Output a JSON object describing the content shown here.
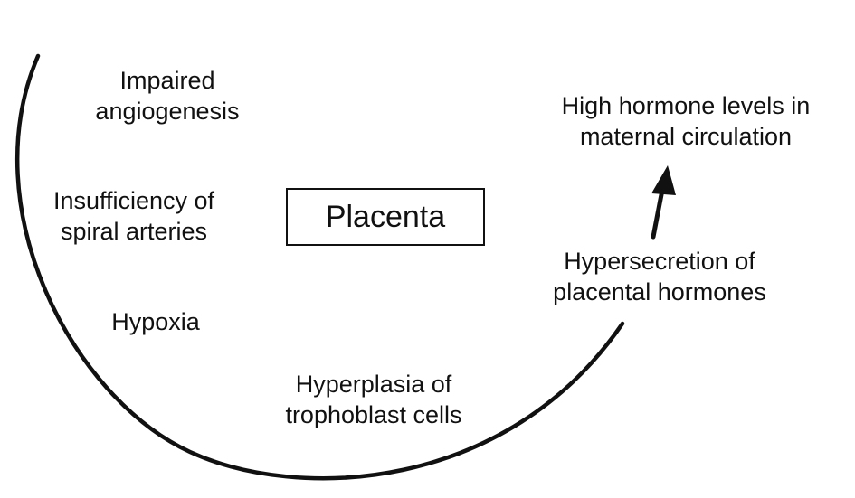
{
  "diagram": {
    "center_box": {
      "label": "Placenta"
    },
    "cycle_steps": [
      {
        "lines": [
          "Impaired",
          "angiogenesis"
        ]
      },
      {
        "lines": [
          "Insufficiency of",
          "spiral arteries"
        ]
      },
      {
        "lines": [
          "Hypoxia"
        ]
      },
      {
        "lines": [
          "Hyperplasia of",
          "trophoblast cells"
        ]
      },
      {
        "lines": [
          "Hypersecretion of",
          "placental hormones"
        ]
      }
    ],
    "outcome": {
      "lines": [
        "High hormone levels in",
        "maternal circulation"
      ]
    },
    "colors": {
      "stroke": "#111111",
      "text": "#111111",
      "background": "#ffffff"
    }
  }
}
